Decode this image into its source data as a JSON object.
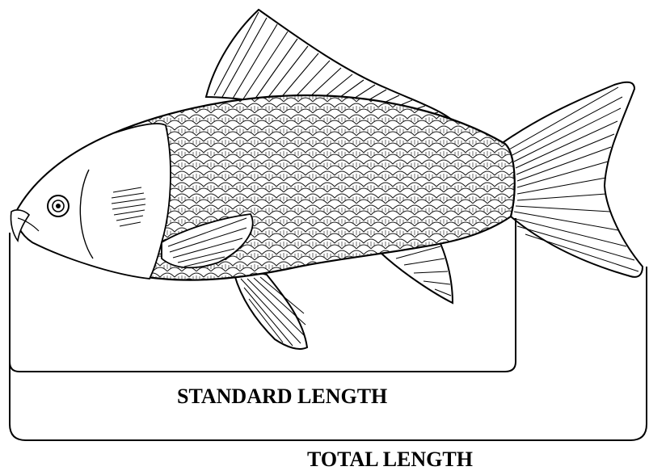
{
  "diagram": {
    "standard_length_label": "STANDARD LENGTH",
    "total_length_label": "TOTAL LENGTH",
    "illustration_subject": "fish"
  }
}
